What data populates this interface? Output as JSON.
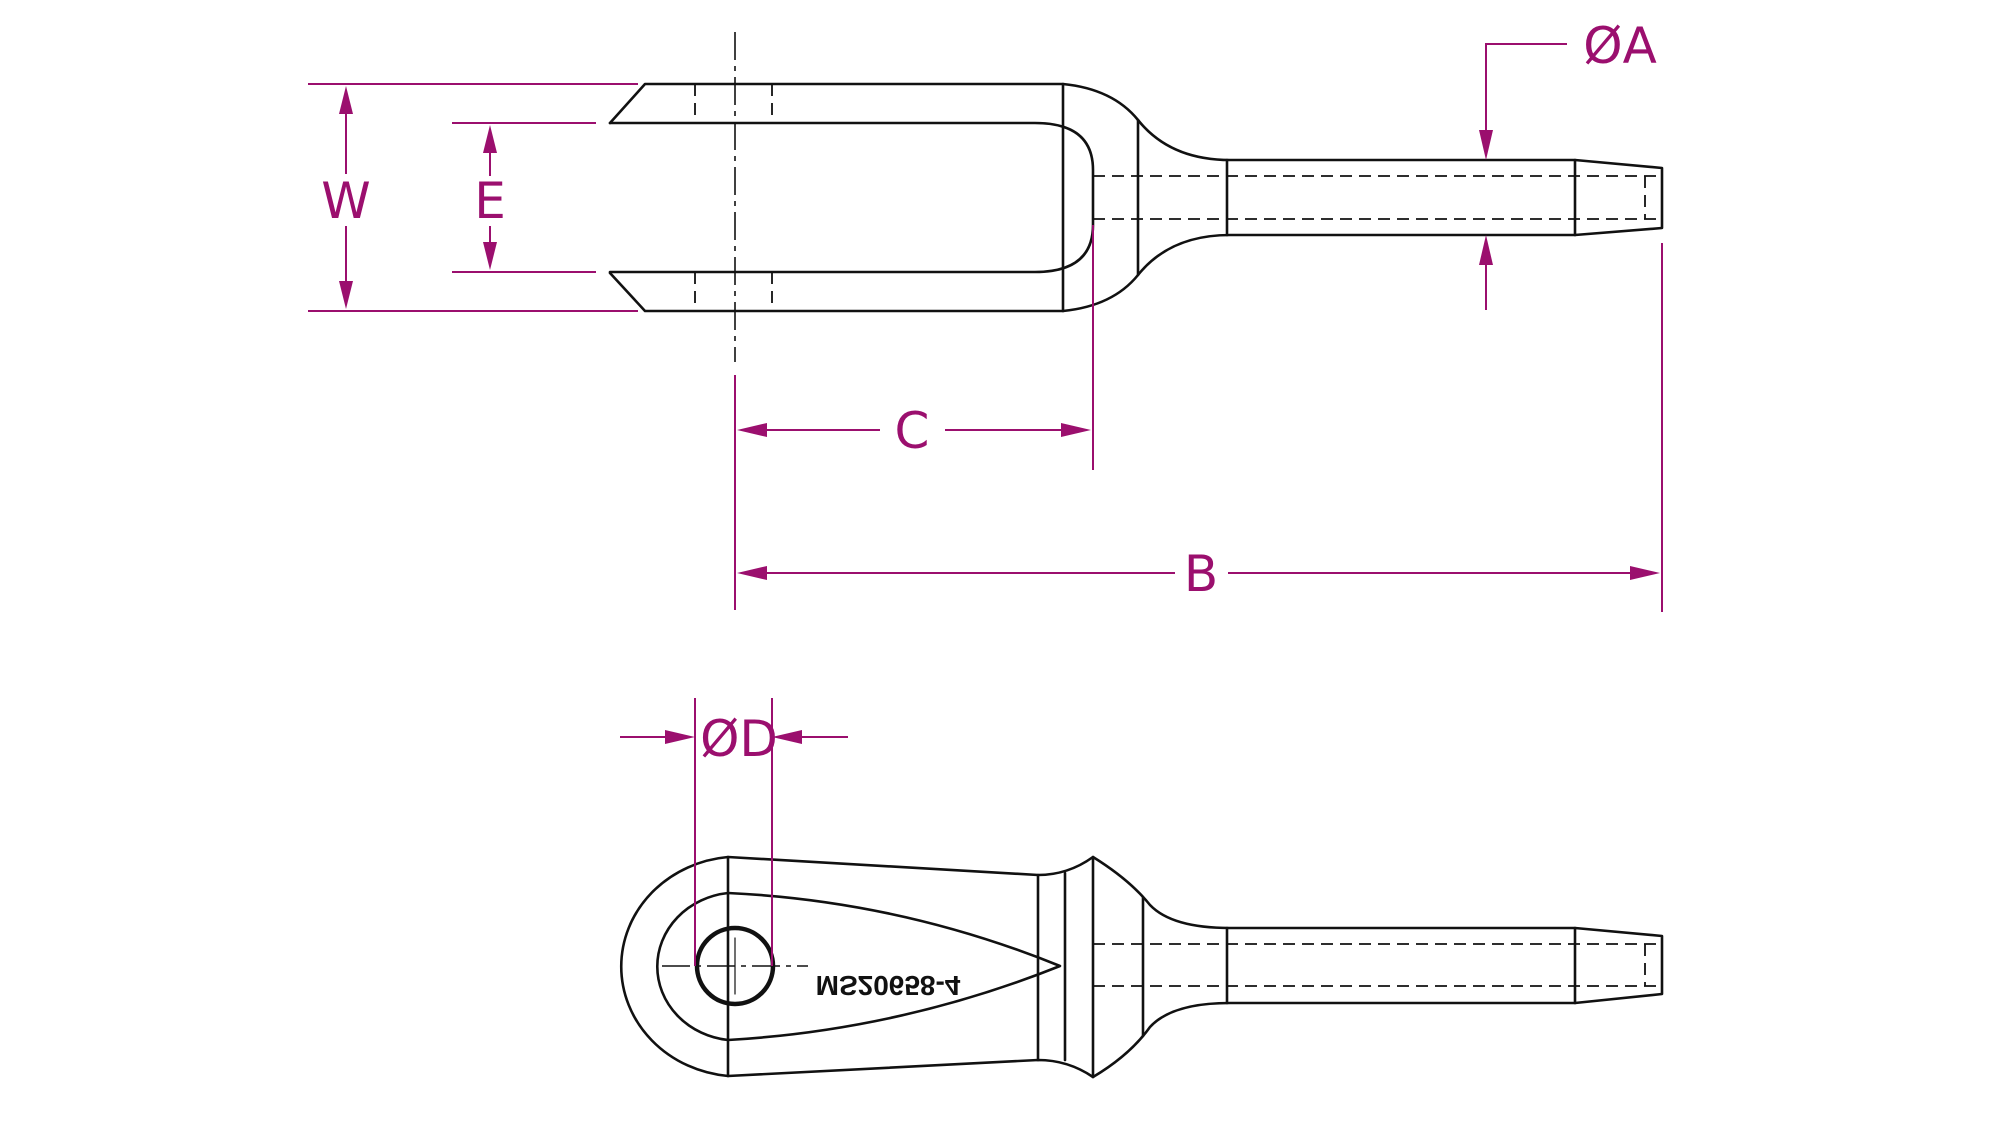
{
  "labels": {
    "diameter_a": "ØA",
    "length_b": "B",
    "length_c": "C",
    "diameter_d": "ØD",
    "slot_e": "E",
    "width_w": "W"
  },
  "part_marking": "MS20658-4",
  "colors": {
    "dimension": "#9b0f6e",
    "outline": "#111111",
    "background": "#ffffff"
  }
}
